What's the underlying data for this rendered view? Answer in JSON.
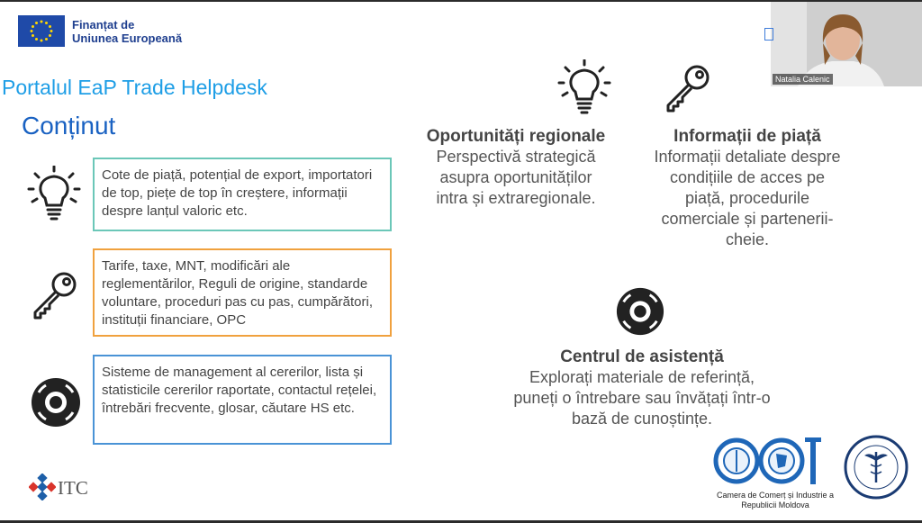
{
  "eu": {
    "line1": "Finanțat de",
    "line2": "Uniunea Europeană"
  },
  "slide": {
    "portal_title": "Portalul EaP Trade Helpdesk",
    "content_title": "Conținut",
    "boxes": [
      {
        "icon": "lightbulb-icon",
        "text": "Cote de piață, potențial de export, importatori de top, piețe de top în creștere, informații despre lanțul valoric etc."
      },
      {
        "icon": "key-icon",
        "text": "Tarife, taxe, MNT, modificări ale reglementărilor, Reguli de origine, standarde voluntare, proceduri pas cu pas, cumpărători, instituții financiare, OPC"
      },
      {
        "icon": "lifebuoy-icon",
        "text": "Sisteme de management al cererilor, lista și statisticile cererilor raportate, contactul rețelei, întrebări frecvente, glosar, căutare HS etc."
      }
    ],
    "features": [
      {
        "icon": "lightbulb-icon",
        "title": "Oportunități regionale",
        "text": "Perspectivă strategică asupra oportunităților intra și extraregionale."
      },
      {
        "icon": "key-icon",
        "title": "Informații de piață",
        "text": "Informații detaliate despre condițiile de acces pe piață, procedurile comerciale și partenerii-cheie."
      },
      {
        "icon": "lifebuoy-icon",
        "title": "Centrul de asistență",
        "text": "Explorați materiale de referință, puneți o întrebare sau învățați într-o bază de cunoștințe."
      }
    ],
    "itc_logo": "ITC",
    "cci_label": "Camera de Comerț și Industrie a Republicii Moldova"
  },
  "video": {
    "participant_name": "Natalia Calenic"
  },
  "colors": {
    "eu_blue": "#1f4aa8",
    "title_blue": "#1e9ee6",
    "box_teal": "#6bc7b8",
    "box_orange": "#f0a13e",
    "box_blue": "#4a93d6"
  }
}
